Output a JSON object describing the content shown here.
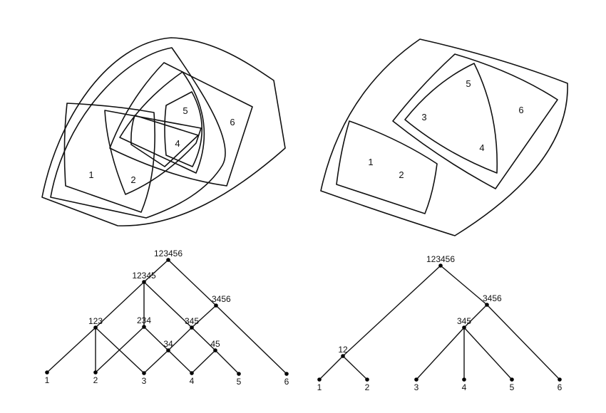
{
  "left_venn": {
    "labels": [
      "1",
      "2",
      "4",
      "5",
      "6"
    ]
  },
  "right_venn": {
    "labels": [
      "1",
      "2",
      "3",
      "4",
      "5",
      "6"
    ]
  },
  "left_tree": {
    "nodes": [
      "123456",
      "12345",
      "3456",
      "123",
      "234",
      "345",
      "34",
      "45",
      "1",
      "2",
      "3",
      "4",
      "5",
      "6"
    ],
    "edges": [
      [
        "123456",
        "12345"
      ],
      [
        "123456",
        "3456"
      ],
      [
        "3456",
        "6"
      ],
      [
        "3456",
        "345"
      ],
      [
        "12345",
        "123"
      ],
      [
        "12345",
        "234"
      ],
      [
        "12345",
        "345"
      ],
      [
        "123",
        "1"
      ],
      [
        "123",
        "2"
      ],
      [
        "123",
        "3"
      ],
      [
        "234",
        "2"
      ],
      [
        "234",
        "34"
      ],
      [
        "345",
        "34"
      ],
      [
        "345",
        "45"
      ],
      [
        "34",
        "3"
      ],
      [
        "34",
        "4"
      ],
      [
        "45",
        "4"
      ],
      [
        "45",
        "5"
      ]
    ]
  },
  "right_tree": {
    "nodes": [
      "123456",
      "3456",
      "12",
      "345",
      "1",
      "2",
      "3",
      "4",
      "5",
      "6"
    ],
    "edges": [
      [
        "123456",
        "12"
      ],
      [
        "123456",
        "3456"
      ],
      [
        "3456",
        "345"
      ],
      [
        "3456",
        "6"
      ],
      [
        "12",
        "1"
      ],
      [
        "12",
        "2"
      ],
      [
        "345",
        "3"
      ],
      [
        "345",
        "4"
      ],
      [
        "345",
        "5"
      ]
    ]
  }
}
